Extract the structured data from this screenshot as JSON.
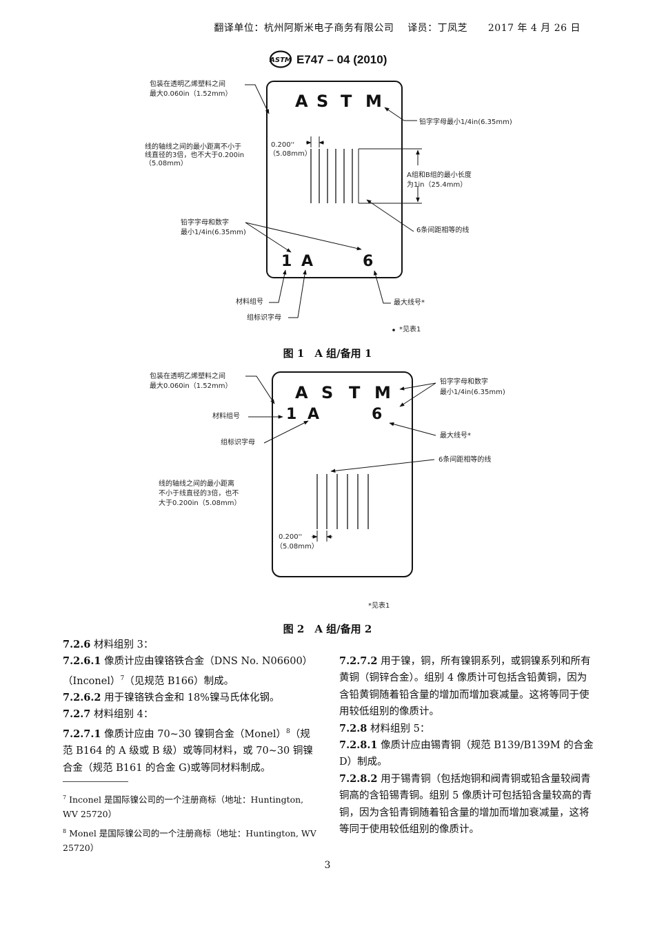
{
  "header": {
    "unit_label": "翻译单位：杭州阿斯米电子商务有限公司",
    "translator_label": "译员：丁凤芝",
    "date": "2017 年 4 月 26 日"
  },
  "standard": {
    "logo_text": "ASTM",
    "code": "E747 – 04 (2010)"
  },
  "figure1": {
    "caption": "图 1　A 组/备用 1",
    "letters": [
      "A",
      "S",
      "T",
      "M"
    ],
    "num_group": "1",
    "num_letter": "A",
    "num_wire": "6",
    "notes": {
      "pkg_line1": "包装在透明乙烯塑料之间",
      "pkg_line2": "最大0.060in（1.52mm）",
      "axis": "线的轴线之间的最小距离不小于线直径的3倍，也不大于0.200in（5.08mm）",
      "spacing_line1": "0.200''",
      "spacing_line2": "（5.08mm）",
      "lead_letter_min": "铅字字母最小1/4in(6.35mm)",
      "length_line1": "A组和B组的最小长度",
      "length_line2": "为1in（25.4mm）",
      "lead_line1": "铅字字母和数字",
      "lead_line2": "最小1/4in(6.35mm)",
      "six_lines": "6条间距相等的线",
      "material_group": "材料组号",
      "group_letter": "组标识字母",
      "max_wire": "最大线号*",
      "see_table": "*见表1"
    }
  },
  "figure2": {
    "caption": "图 2　A 组/备用 2",
    "letters": [
      "A",
      "S",
      "T",
      "M"
    ],
    "num_group": "1",
    "num_letter": "A",
    "num_wire": "6",
    "notes": {
      "pkg_line1": "包装在透明乙烯塑料之间",
      "pkg_line2": "最大0.060in（1.52mm）",
      "material_group": "材料组号",
      "group_letter": "组标识字母",
      "lead_line1": "铅字字母和数字",
      "lead_line2": "最小1/4in(6.35mm)",
      "max_wire": "最大线号*",
      "six_lines": "6条间距相等的线",
      "axis_line1": "线的轴线之间的最小距离",
      "axis_line2": "不小于线直径的3倍，也不",
      "axis_line3": "大于0.200in（5.08mm）",
      "spacing_line1": "0.200''",
      "spacing_line2": "（5.08mm）",
      "see_table": "*见表1"
    }
  },
  "left_col": {
    "p1_num": "7.2.6",
    "p1_text": " 材料组别 3：",
    "p2_num": "7.2.6.1",
    "p2_text": " 像质计应由镍铬铁合金（DNS No. N06600）（Inconel）",
    "p2_sup": "7",
    "p2_tail": "（见规范 B166）制成。",
    "p3_num": "7.2.6.2",
    "p3_text": " 用于镍铬铁合金和 18%镍马氏体化钢。",
    "p4_num": "7.2.7",
    "p4_text": " 材料组别 4：",
    "p5_num": "7.2.7.1",
    "p5_text": " 像质计应由 70~30 镍铜合金（Monel）",
    "p5_sup": "8",
    "p5_tail": "（规范 B164 的 A 级或 B 级）或等同材料，或 70~30 铜镍合金（规范 B161 的合金 G)或等同材料制成。",
    "fn7_mark": "7",
    "fn7_text": " Inconel 是国际镍公司的一个注册商标（地址：Huntington, WV 25720）",
    "fn8_mark": "8",
    "fn8_text": " Monel  是国际镍公司的一个注册商标（地址：Huntington, WV 25720）"
  },
  "right_col": {
    "p1_num": "7.2.7.2",
    "p1_text": " 用于镍，铜，所有镍铜系列，或铜镍系列和所有黄铜（铜锌合金）。组别 4 像质计可包括含铅黄铜，因为含铅黄铜随着铅含量的增加而增加衰减量。这将等同于使用较低组别的像质计。",
    "p2_num": "7.2.8",
    "p2_text": " 材料组别 5：",
    "p3_num": "7.2.8.1",
    "p3_text": " 像质计应由锡青铜（规范 B139/B139M 的合金 D）制成。",
    "p4_num": "7.2.8.2",
    "p4_text": " 用于锡青铜（包括炮铜和阀青铜或铅含量较阀青铜高的含铅锡青铜。组别 5 像质计可包括铅含量较高的青铜，因为含铅青铜随着铅含量的增加而增加衰减量，这将等同于使用较低组别的像质计。"
  },
  "page_number": "3"
}
